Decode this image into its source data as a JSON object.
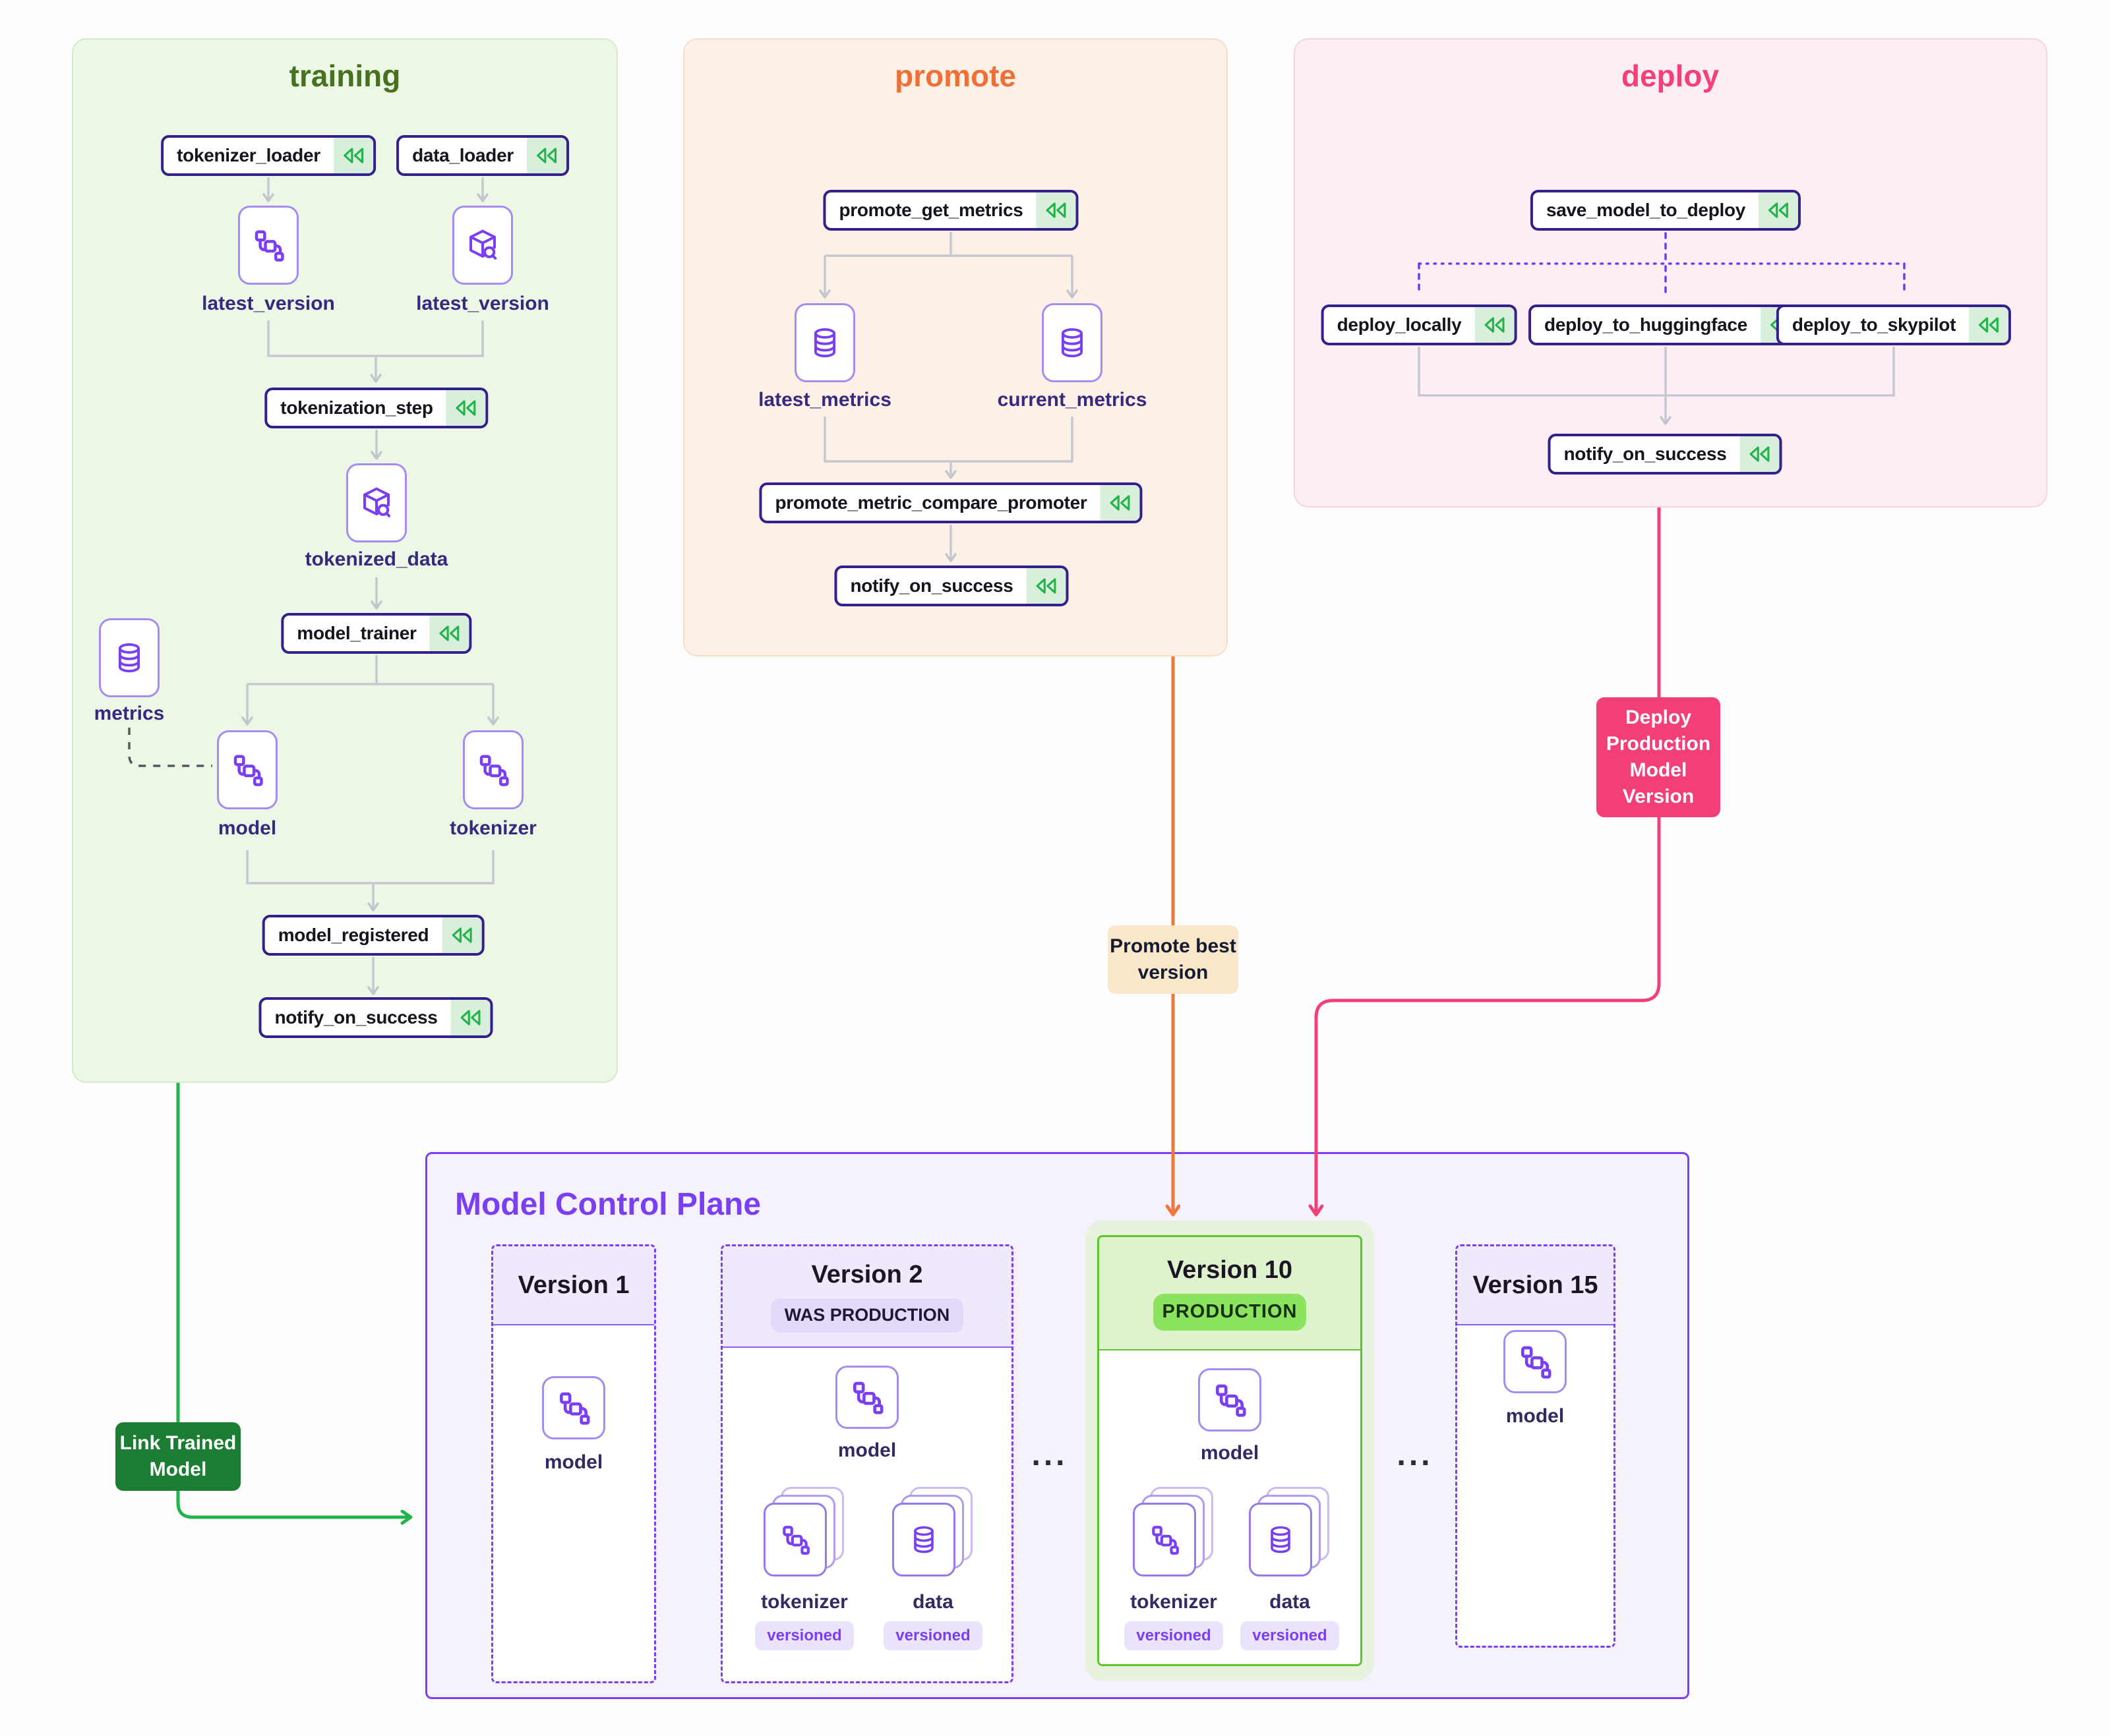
{
  "colors": {
    "training_accent": "#46711f",
    "promote_accent": "#ef7036",
    "deploy_accent": "#f43f78",
    "purple_accent": "#7a3ff2",
    "step_border": "#34208c",
    "cache_icon_green": "#22b44a",
    "link_line_green": "#21b44a",
    "link_badge_bg": "#1b7d32",
    "promote_badge_bg": "#fbe7c9",
    "deploy_badge_bg": "#f23f78",
    "production_pill_bg": "#8ce35f",
    "was_production_pill_bg": "#e4d9f8"
  },
  "icons": {
    "step_cache": "rewind-icon",
    "model_artifact": "model-icon",
    "data_artifact": "box-search-icon",
    "metrics_artifact": "database-icon",
    "stacked": "stacked-cards-icon"
  },
  "training": {
    "title": "training",
    "steps": [
      "tokenizer_loader",
      "data_loader",
      "tokenization_step",
      "model_trainer",
      "model_registered",
      "notify_on_success"
    ],
    "artifacts": [
      "latest_version",
      "latest_version",
      "tokenized_data",
      "metrics",
      "model",
      "tokenizer"
    ]
  },
  "promote": {
    "title": "promote",
    "steps": [
      "promote_get_metrics",
      "promote_metric_compare_promoter",
      "notify_on_success"
    ],
    "artifacts": [
      "latest_metrics",
      "current_metrics"
    ]
  },
  "deploy": {
    "title": "deploy",
    "steps": [
      "save_model_to_deploy",
      "deploy_locally",
      "deploy_to_huggingface",
      "deploy_to_skypilot",
      "notify_on_success"
    ]
  },
  "flow_badges": {
    "link_trained_model": "Link Trained Model",
    "promote_best_version": "Promote best version",
    "deploy_production": "Deploy Production Model Version"
  },
  "mcp": {
    "title": "Model Control Plane",
    "ellipsis": "...",
    "versions": [
      {
        "name": "Version 1",
        "model_label": "model"
      },
      {
        "name": "Version 2",
        "badge": "WAS PRODUCTION",
        "model_label": "model",
        "tokenizer_label": "tokenizer",
        "data_label": "data",
        "versioned": "versioned"
      },
      {
        "name": "Version 10",
        "badge": "PRODUCTION",
        "model_label": "model",
        "tokenizer_label": "tokenizer",
        "data_label": "data",
        "versioned": "versioned"
      },
      {
        "name": "Version 15",
        "model_label": "model"
      }
    ]
  }
}
